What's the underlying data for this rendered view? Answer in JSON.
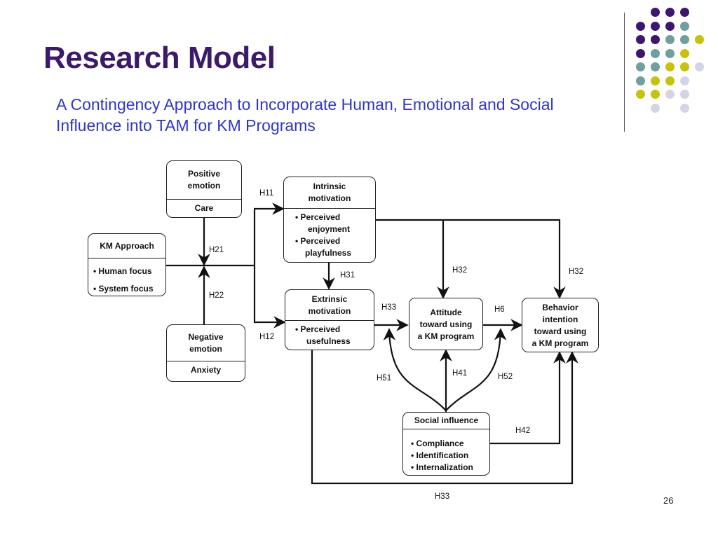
{
  "title": "Research Model",
  "subtitle": "A Contingency Approach to Incorporate Human, Emotional and Social Influence into TAM for KM Programs",
  "page_number": "26",
  "decor_colors": {
    "purple": "#3d1670",
    "teal": "#6f9fa0",
    "yellow": "#c9c20a",
    "lavender": "#d5d4e6"
  },
  "boxes": {
    "positive_emotion": {
      "header_1": "Positive",
      "header_2": "emotion",
      "body": "Care"
    },
    "km_approach": {
      "header": "KM Approach",
      "items": [
        "• Human focus",
        "• System focus"
      ]
    },
    "negative_emotion": {
      "header_1": "Negative",
      "header_2": "emotion",
      "body": "Anxiety"
    },
    "intrinsic_motivation": {
      "header_1": "Intrinsic",
      "header_2": "motivation",
      "items": [
        "• Perceived",
        "enjoyment",
        "•  Perceived",
        "playfulness"
      ]
    },
    "extrinsic_motivation": {
      "header_1": "Extrinsic",
      "header_2": "motivation",
      "items": [
        "• Perceived",
        "usefulness"
      ]
    },
    "attitude": {
      "lines": [
        "Attitude",
        "toward using",
        "a KM program"
      ]
    },
    "behavior_intention": {
      "lines": [
        "Behavior",
        "intention",
        "toward using",
        "a KM program"
      ]
    },
    "social_influence": {
      "header": "Social influence",
      "items": [
        "• Compliance",
        "• Identification",
        "• Internalization"
      ]
    }
  },
  "hypotheses": {
    "h11": "H11",
    "h12": "H12",
    "h21": "H21",
    "h22": "H22",
    "h31": "H31",
    "h32a": "H32",
    "h32b": "H32",
    "h33a": "H33",
    "h33b": "H33",
    "h6": "H6",
    "h41": "H41",
    "h42": "H42",
    "h51": "H51",
    "h52": "H52"
  }
}
